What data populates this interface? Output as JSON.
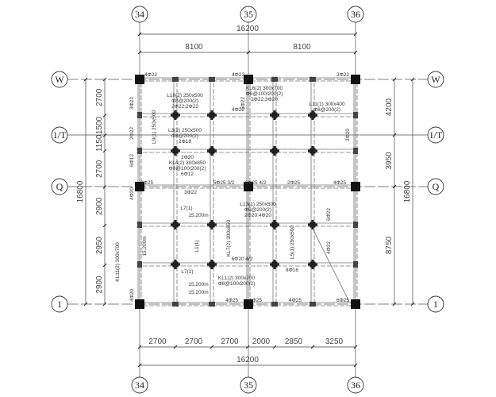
{
  "axes": {
    "columns": [
      "34",
      "35",
      "36"
    ],
    "rows": [
      "W",
      "1/T",
      "Q",
      "1"
    ]
  },
  "dimensions": {
    "top_total": "16200",
    "top_segments": [
      "8100",
      "8100"
    ],
    "bottom_segments": [
      "2700",
      "2700",
      "2700",
      "2000",
      "2850",
      "3250"
    ],
    "bottom_total": "16200",
    "left_segments": [
      "2700",
      "1500",
      "1150",
      "2700",
      "2900",
      "2950",
      "2900"
    ],
    "left_total": "16800",
    "right_segments": [
      "4200",
      "3950",
      "8750"
    ],
    "right_total": "16800"
  },
  "annotations": [
    "4Φ22",
    "4Φ22",
    "3Φ22",
    "3Φ22",
    "5Φ22",
    "L10(2) 250x500",
    "Φ8@200(2)",
    "2Φ22;2Φ22",
    "KL6(2) 300x700",
    "Φ8@100/200(2)",
    "2Φ22;3Φ20",
    "4Φ22",
    "L11(1) 300x400",
    "Φ8@200(2)",
    "L3(2) 250x500",
    "Φ8@200(2)",
    "2Φ18",
    "KL4(2) 300x850",
    "Φ8@100/200(2)",
    "6Φ12",
    "2Φ20",
    "3Φ25",
    "5Φ25 3/2",
    "6Φ25 4/2",
    "2Φ25",
    "4Φ25",
    "3Φ22",
    "L7(1)",
    "15.200m",
    "L1(1)",
    "KL7(2) 300x850",
    "6Φ20 4/2",
    "L13(1) 250x500",
    "Φ8@200(2)",
    "2Φ20;4Φ20",
    "L5(1) 250x500",
    "8Φ16",
    "L7(1)",
    "15.200m",
    "15.200m",
    "KL1(2) 300x700",
    "Φ8@100/200(2)",
    "6Φ25",
    "4Φ25",
    "6Φ25",
    "4Φ25",
    "KL11(2) 300x700",
    "6Φ22",
    "4Φ22",
    "4Φ20",
    "4Φ20",
    "2Φ22",
    "6Φ12",
    "3Φ20",
    "L9(1) 250x500",
    "15.200m"
  ]
}
